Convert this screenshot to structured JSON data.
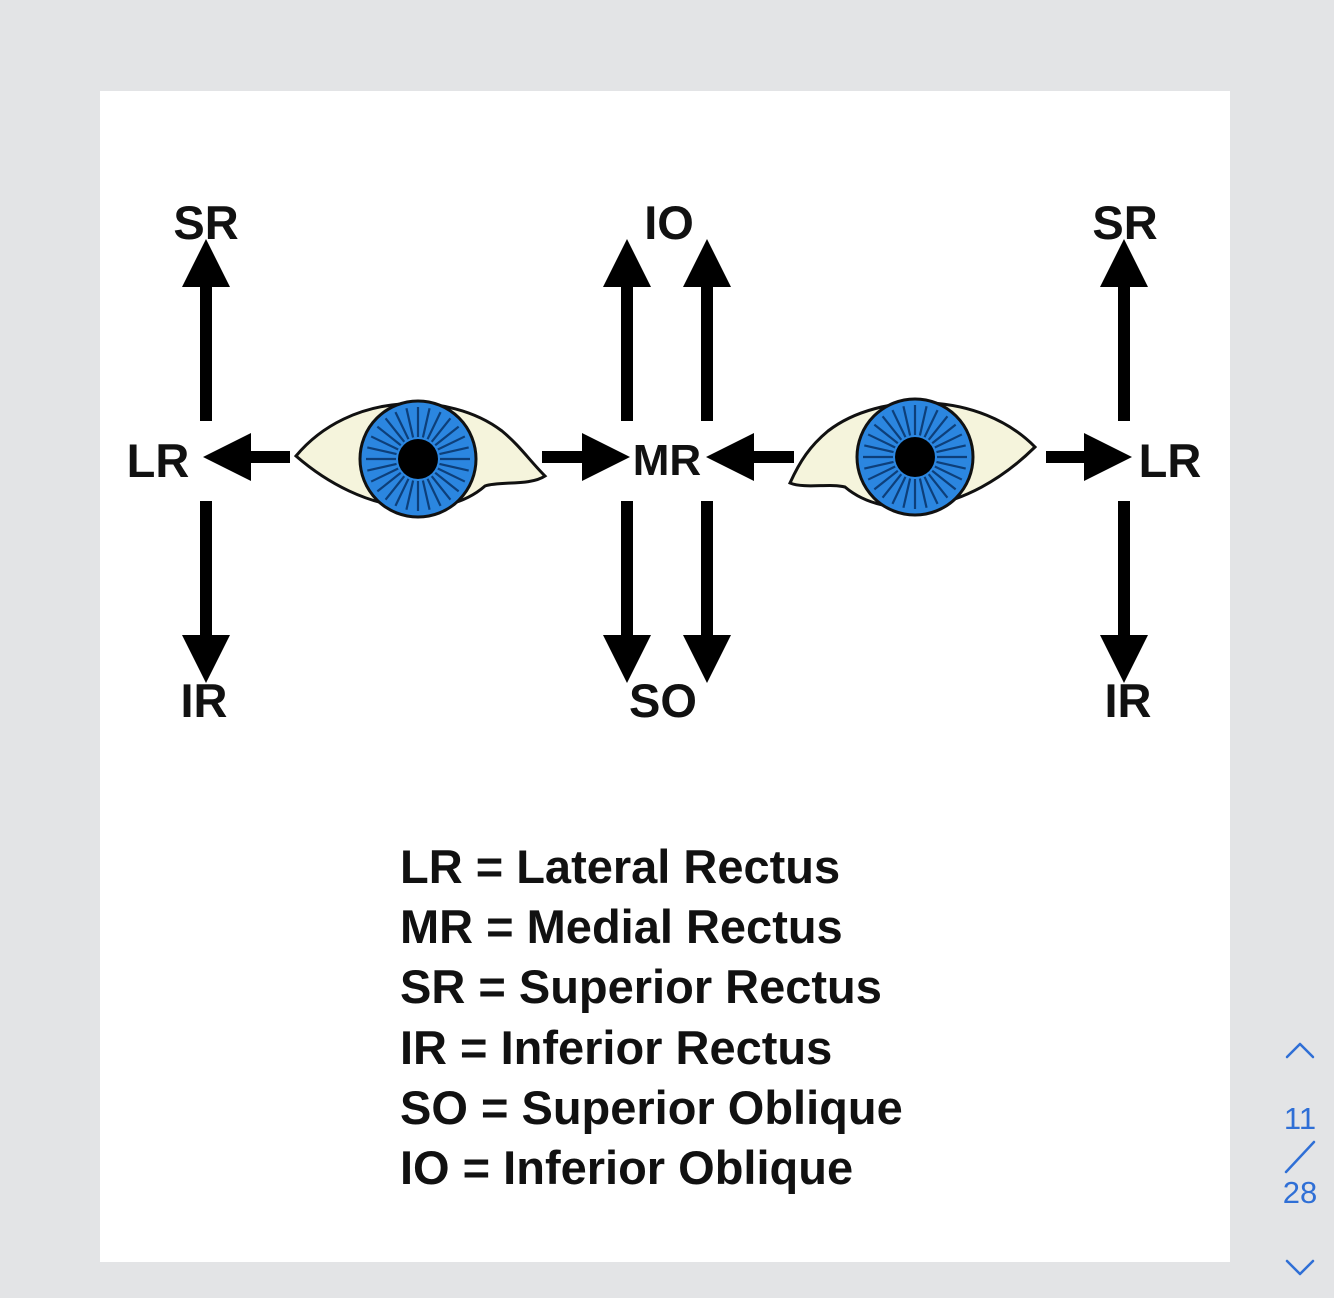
{
  "diagram": {
    "labels": {
      "left_sr": "SR",
      "left_lr": "LR",
      "left_ir": "IR",
      "center_io": "IO",
      "center_mr": "MR",
      "center_so": "SO",
      "right_sr": "SR",
      "right_lr": "LR",
      "right_ir": "IR"
    },
    "colors": {
      "iris": "#2b86e0",
      "iris_lines": "#0d3f7a",
      "sclera": "#f5f4dc",
      "arrow": "#000000"
    }
  },
  "legend": [
    "LR = Lateral Rectus",
    "MR = Medial Rectus",
    "SR = Superior Rectus",
    "IR = Inferior Rectus",
    "SO = Superior Oblique",
    "IO = Inferior Oblique"
  ],
  "pager": {
    "current": "11",
    "total": "28",
    "up_icon": "chevron-up-icon",
    "down_icon": "chevron-down-icon"
  }
}
